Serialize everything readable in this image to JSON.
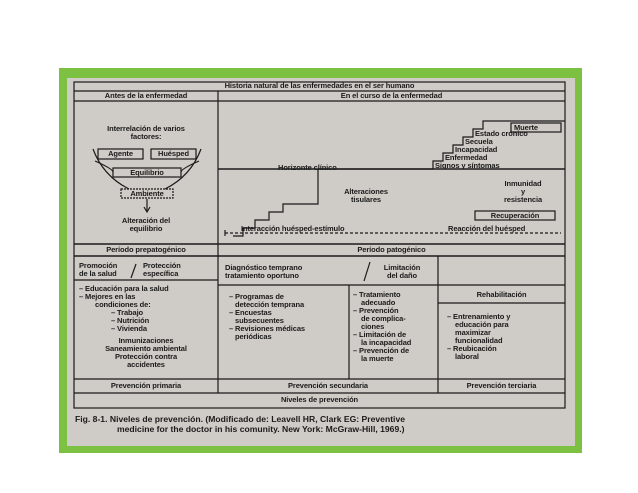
{
  "top_header": "Historia natural de las enfermedades en el ser humano",
  "prepath": {
    "heading": "Antes de la enfermedad",
    "factors_line1": "Interrelación de varios",
    "factors_line2": "factores:",
    "agent": "Agente",
    "host": "Huésped",
    "balance": "Equilibrio",
    "environment": "Ambiente",
    "alteration_line1": "Alteración del",
    "alteration_line2": "equilibrio",
    "period": "Período prepatogénico"
  },
  "path": {
    "heading": "En el curso de la enfermedad",
    "stairs": [
      "Muerte",
      "Estado crónico",
      "Secuela",
      "Incapacidad",
      "Enfermedad",
      "Signos y síntomas"
    ],
    "clinical_horizon": "Horizonte clínico",
    "tissue_line1": "Alteraciones",
    "tissue_line2": "tisulares",
    "immunity_line1": "Inmunidad",
    "immunity_line2": "y",
    "immunity_line3": "resistencia",
    "recovery": "Recuperación",
    "interaction": "Interacción huésped-estímulo",
    "host_reaction": "Reacción del huésped",
    "period": "Período patogénico"
  },
  "primary": {
    "promo_line1": "Promoción",
    "promo_line2": "de la salud",
    "protect_line1": "Protección",
    "protect_line2": "específica",
    "items": [
      "– Educación para la salud",
      "– Mejores en las",
      "condiciones de:",
      "– Trabajo",
      "– Nutrición",
      "– Vivienda",
      "Inmunizaciones",
      "Saneamiento ambiental",
      "Protección contra",
      "accidentes"
    ],
    "label": "Prevención primaria"
  },
  "secondary": {
    "diag_line1": "Diagnóstico temprano",
    "diag_line2": "tratamiento oportuno",
    "limit_line1": "Limitación",
    "limit_line2": "del daño",
    "left_items": [
      "– Programas de",
      "detección temprana",
      "– Encuestas",
      "subsecuentes",
      "– Revisiones médicas",
      "periódicas"
    ],
    "right_items": [
      "– Tratamiento",
      "adecuado",
      "– Prevención",
      "de complica-",
      "ciones",
      "– Limitación de",
      "la incapacidad",
      "– Prevención de",
      "la muerte"
    ],
    "label": "Prevención secundaria"
  },
  "tertiary": {
    "rehab": "Rehabilitación",
    "items": [
      "– Entrenamiento y",
      "educación para",
      "maximizar",
      "funcionalidad",
      "– Reubicación",
      "laboral"
    ],
    "label": "Prevención terciaria"
  },
  "levels": "Niveles de prevención",
  "caption": {
    "line1": "Fig. 8-1. Niveles de prevención. (Modificado de: Leavell HR, Clark EG: Preventive",
    "line2": "medicine for the doctor in his comunity. New York: McGraw-Hill, 1969.)"
  },
  "colors": {
    "frame": "#7cc142",
    "paper": "#cfcbc6",
    "ink": "#1b1b1b",
    "accent": "#8a8a8a"
  }
}
